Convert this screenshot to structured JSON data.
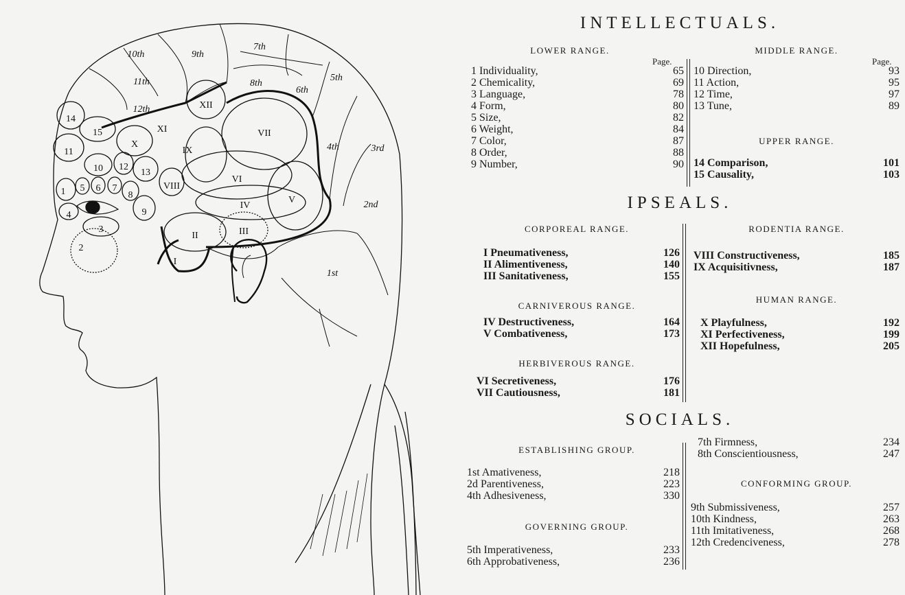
{
  "figure": {
    "organs_arabic": [
      "1",
      "2",
      "3",
      "4",
      "5",
      "6",
      "7",
      "8",
      "9",
      "10",
      "11",
      "12",
      "13",
      "14",
      "15"
    ],
    "organs_roman": [
      "I",
      "II",
      "III",
      "IV",
      "V",
      "VI",
      "VII",
      "VIII",
      "IX",
      "X",
      "XI",
      "XII"
    ],
    "regions": [
      "1st",
      "2nd",
      "3rd",
      "4th",
      "5th",
      "6th",
      "7th",
      "8th",
      "9th",
      "10th",
      "11th",
      "12th"
    ]
  },
  "intellectuals": {
    "title": "INTELLECTUALS.",
    "lower": {
      "heading": "LOWER RANGE.",
      "page_label": "Page.",
      "items": [
        {
          "label": "1 Individuality,",
          "page": "65"
        },
        {
          "label": "2 Chemicality,",
          "page": "69"
        },
        {
          "label": "3 Language,",
          "page": "78"
        },
        {
          "label": "4 Form,",
          "page": "80"
        },
        {
          "label": "5 Size,",
          "page": "82"
        },
        {
          "label": "6 Weight,",
          "page": "84"
        },
        {
          "label": "7 Color,",
          "page": "87"
        },
        {
          "label": "8 Order,",
          "page": "88"
        },
        {
          "label": "9 Number,",
          "page": "90"
        }
      ]
    },
    "middle": {
      "heading": "MIDDLE RANGE.",
      "page_label": "Page.",
      "items": [
        {
          "label": "10 Direction,",
          "page": "93"
        },
        {
          "label": "11 Action,",
          "page": "95"
        },
        {
          "label": "12 Time,",
          "page": "97"
        },
        {
          "label": "13 Tune,",
          "page": "89"
        }
      ]
    },
    "upper": {
      "heading": "UPPER RANGE.",
      "items": [
        {
          "label": "14 Comparison,",
          "page": "101"
        },
        {
          "label": "15 Causality,",
          "page": "103"
        }
      ]
    }
  },
  "ipseals": {
    "title": "IPSEALS.",
    "corporeal": {
      "heading": "CORPOREAL RANGE.",
      "items": [
        {
          "label": "I Pneumativeness,",
          "page": "126"
        },
        {
          "label": "II Alimentiveness,",
          "page": "140"
        },
        {
          "label": "III Sanitativeness,",
          "page": "155"
        }
      ]
    },
    "carniverous": {
      "heading": "CARNIVEROUS RANGE.",
      "items": [
        {
          "label": "IV Destructiveness,",
          "page": "164"
        },
        {
          "label": "V Combativeness,",
          "page": "173"
        }
      ]
    },
    "herbiverous": {
      "heading": "HERBIVEROUS RANGE.",
      "items": [
        {
          "label": "VI Secretiveness,",
          "page": "176"
        },
        {
          "label": "VII Cautiousness,",
          "page": "181"
        }
      ]
    },
    "rodentia": {
      "heading": "RODENTIA RANGE.",
      "items": [
        {
          "label": "VIII Constructiveness,",
          "page": "185"
        },
        {
          "label": "IX Acquisitivness,",
          "page": "187"
        }
      ]
    },
    "human": {
      "heading": "HUMAN RANGE.",
      "items": [
        {
          "label": "X Playfulness,",
          "page": "192"
        },
        {
          "label": "XI Perfectiveness,",
          "page": "199"
        },
        {
          "label": "XII Hopefulness,",
          "page": "205"
        }
      ]
    }
  },
  "socials": {
    "title": "SOCIALS.",
    "establishing": {
      "heading": "ESTABLISHING GROUP.",
      "items": [
        {
          "label": "1st Amativeness,",
          "page": "218"
        },
        {
          "label": "2d Parentiveness,",
          "page": "223"
        },
        {
          "label": "4th Adhesiveness,",
          "page": "330"
        }
      ]
    },
    "governing": {
      "heading": "GOVERNING GROUP.",
      "items": [
        {
          "label": "5th Imperativeness,",
          "page": "233"
        },
        {
          "label": "6th Approbativeness,",
          "page": "236"
        }
      ]
    },
    "top_right": {
      "items": [
        {
          "label": "7th Firmness,",
          "page": "234"
        },
        {
          "label": "8th Conscientiousness,",
          "page": "247"
        }
      ]
    },
    "conforming": {
      "heading": "CONFORMING GROUP.",
      "items": [
        {
          "label": "9th Submissiveness,",
          "page": "257"
        },
        {
          "label": "10th Kindness,",
          "page": "263"
        },
        {
          "label": "11th Imitativeness,",
          "page": "268"
        },
        {
          "label": "12th Credenciveness,",
          "page": "278"
        }
      ]
    }
  },
  "colors": {
    "paper": "#f4f4f2",
    "ink": "#111111"
  }
}
